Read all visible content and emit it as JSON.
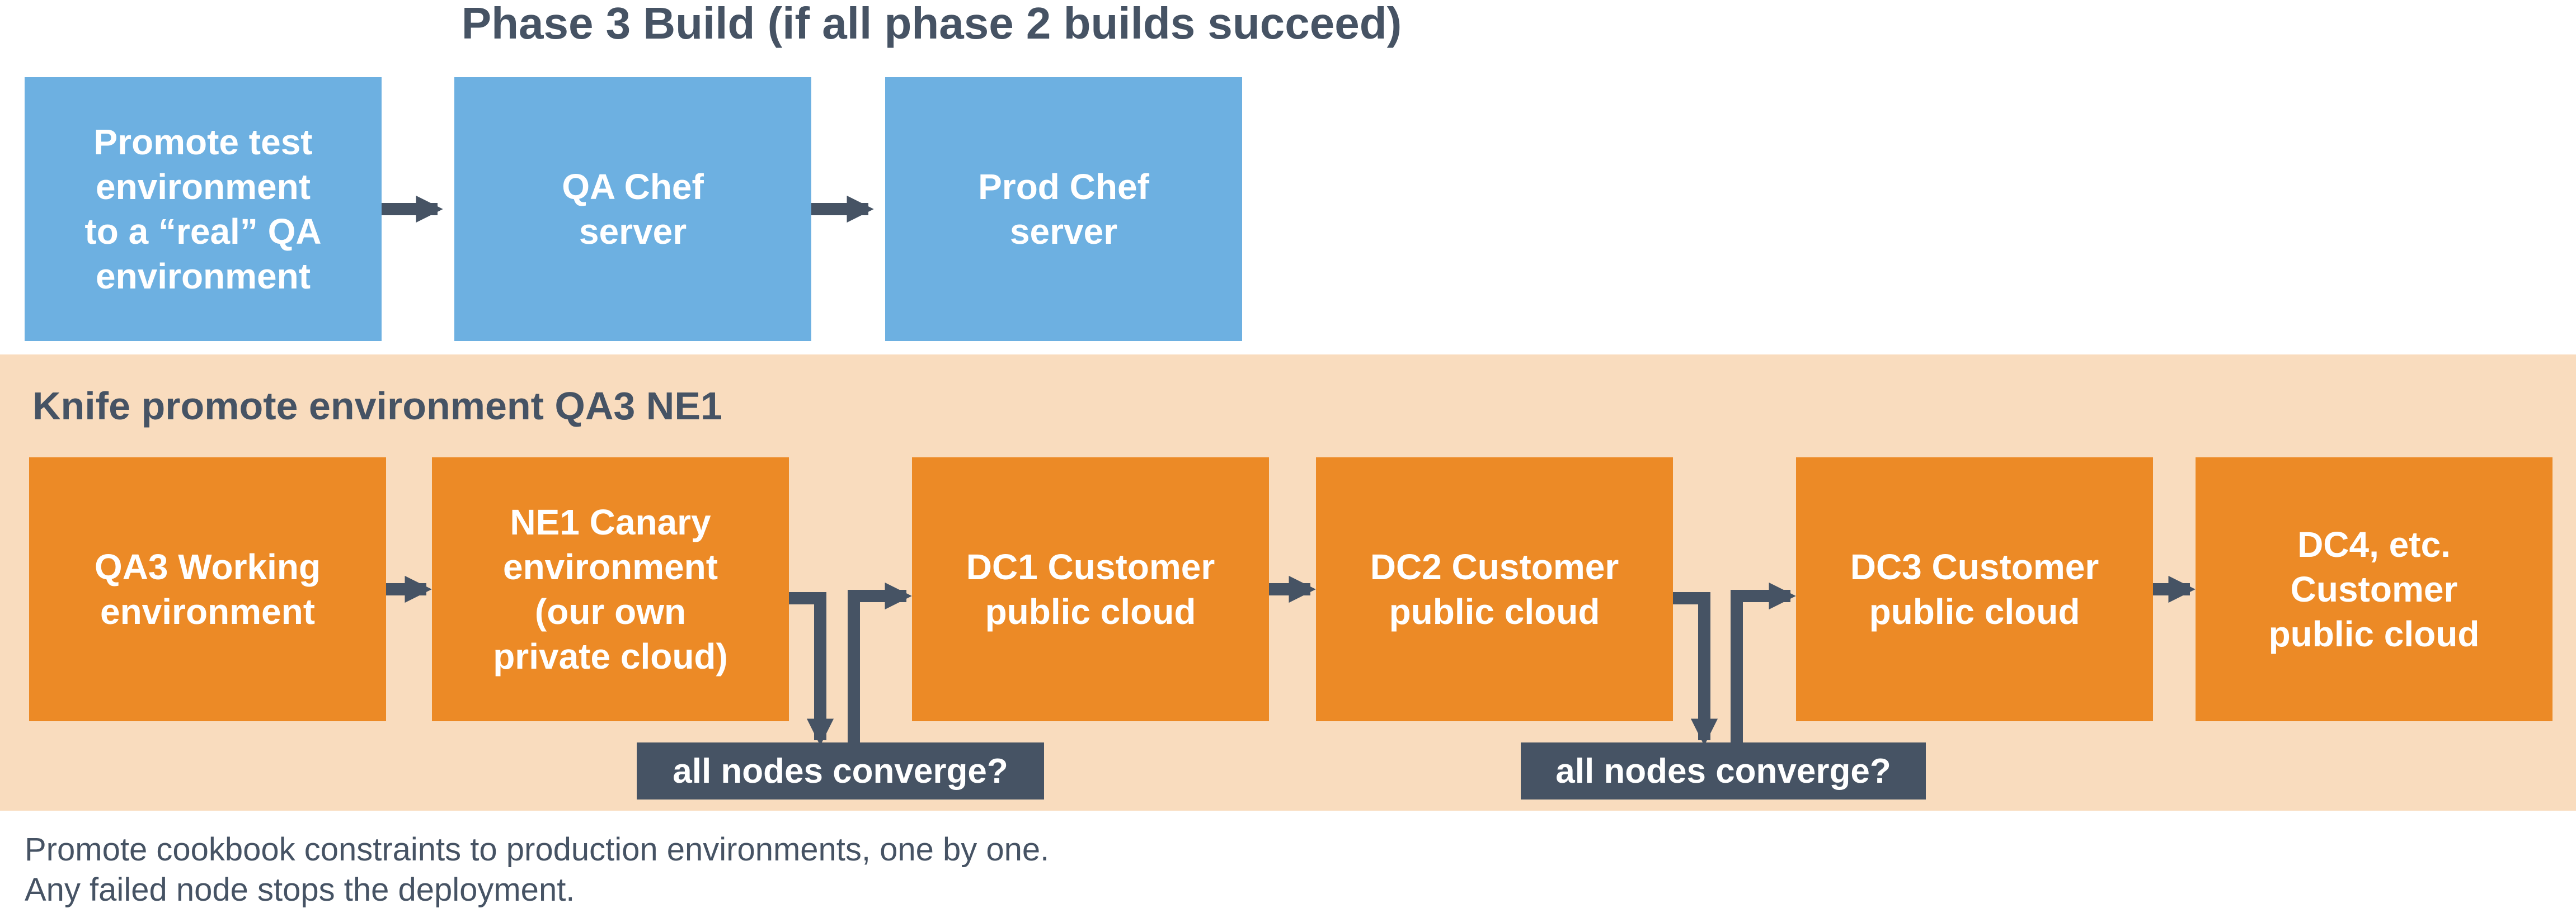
{
  "diagram": {
    "title": "Phase 3 Build (if all phase 2 builds succeed)",
    "phase3_steps": [
      "Promote test\nenvironment\nto a “real” QA\nenvironment",
      "QA Chef\nserver",
      "Prod Chef\nserver"
    ],
    "promote_band": {
      "title": "Knife promote environment QA3 NE1",
      "steps": [
        "QA3 Working\nenvironment",
        "NE1 Canary\nenvironment\n(our own\nprivate cloud)",
        "DC1 Customer\npublic cloud",
        "DC2 Customer\npublic cloud",
        "DC3 Customer\npublic cloud",
        "DC4, etc.\nCustomer\npublic cloud"
      ],
      "gates": [
        "all nodes converge?",
        "all nodes converge?"
      ]
    },
    "footer": [
      "Promote cookbook constraints to production environments, one by one.",
      "Any failed node stops the deployment."
    ],
    "colors": {
      "phase3_box": "#6db0e1",
      "promote_box": "#ec8a26",
      "band_background": "#f9dcbe",
      "connector": "#465364",
      "text_dark": "#465364"
    }
  }
}
